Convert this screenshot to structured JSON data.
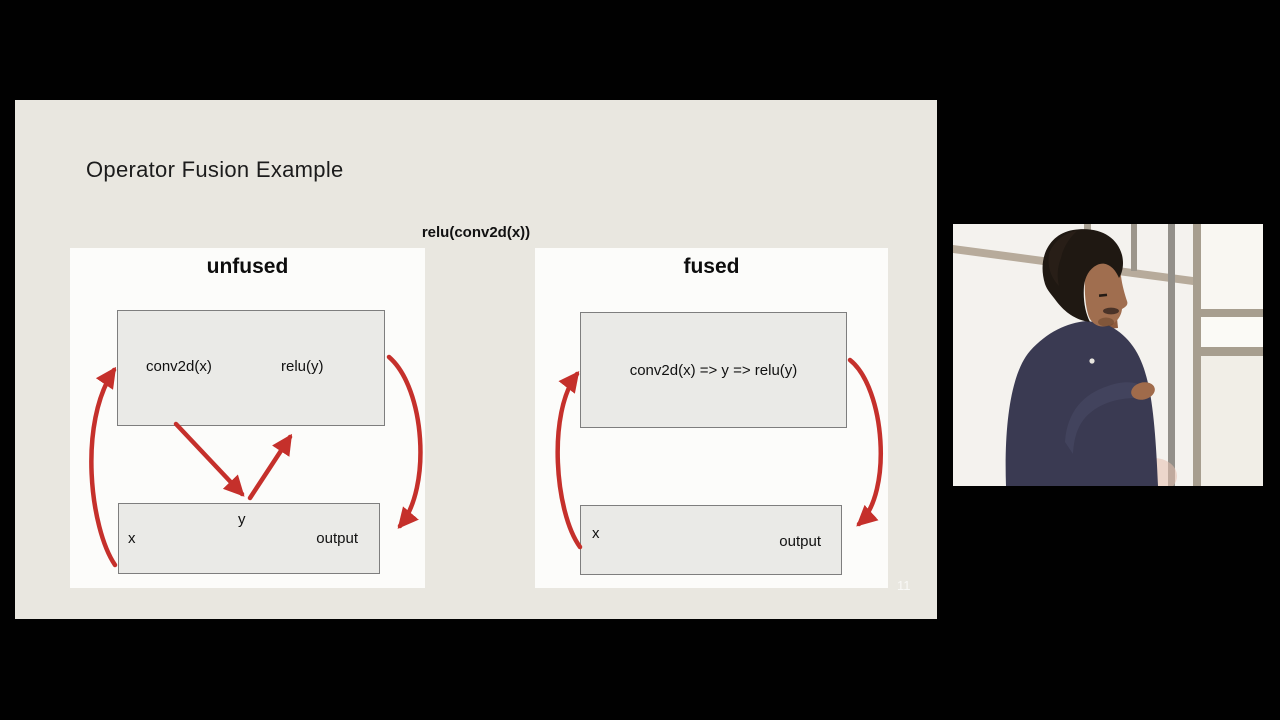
{
  "slide": {
    "title": "Operator Fusion Example",
    "expression": "relu(conv2d(x))",
    "page_number": "11",
    "unfused": {
      "heading": "unfused",
      "op1": "conv2d(x)",
      "op2": "relu(y)",
      "input": "x",
      "intermediate": "y",
      "output": "output"
    },
    "fused": {
      "heading": "fused",
      "ops": "conv2d(x) => y => relu(y)",
      "input": "x",
      "output": "output"
    }
  },
  "colors": {
    "arrow_red": "#c5302b",
    "slide_bg": "#e9e7e0",
    "panel_bg": "#fcfcfa",
    "box_bg": "#eaeae7",
    "box_border": "#7e7e7e",
    "frame_bg": "#010101"
  }
}
